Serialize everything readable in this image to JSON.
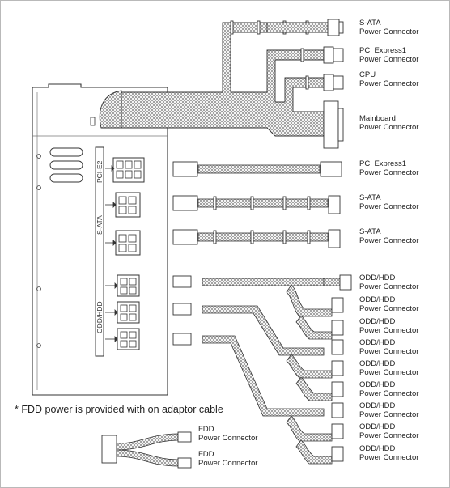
{
  "connectors": [
    {
      "id": "sata-1",
      "line1": "S-ATA",
      "line2": "Power Connector"
    },
    {
      "id": "pcie1-a",
      "line1": "PCI Express1",
      "line2": "Power Connector"
    },
    {
      "id": "cpu",
      "line1": "CPU",
      "line2": "Power Connector"
    },
    {
      "id": "mainboard",
      "line1": "Mainboard",
      "line2": "Power Connector"
    },
    {
      "id": "pcie1-b",
      "line1": "PCI Express1",
      "line2": "Power Connector"
    },
    {
      "id": "sata-2",
      "line1": "S-ATA",
      "line2": "Power Connector"
    },
    {
      "id": "sata-3",
      "line1": "S-ATA",
      "line2": "Power Connector"
    },
    {
      "id": "oddhdd-1",
      "line1": "ODD/HDD",
      "line2": "Power Connector"
    },
    {
      "id": "oddhdd-2",
      "line1": "ODD/HDD",
      "line2": "Power Connector"
    },
    {
      "id": "oddhdd-3",
      "line1": "ODD/HDD",
      "line2": "Power Connector"
    },
    {
      "id": "oddhdd-4",
      "line1": "ODD/HDD",
      "line2": "Power Connector"
    },
    {
      "id": "oddhdd-5",
      "line1": "ODD/HDD",
      "line2": "Power Connector"
    },
    {
      "id": "oddhdd-6",
      "line1": "ODD/HDD",
      "line2": "Power Connector"
    },
    {
      "id": "oddhdd-7",
      "line1": "ODD/HDD",
      "line2": "Power Connector"
    },
    {
      "id": "oddhdd-8",
      "line1": "ODD/HDD",
      "line2": "Power Connector"
    },
    {
      "id": "oddhdd-9",
      "line1": "ODD/HDD",
      "line2": "Power Connector"
    }
  ],
  "fdd": [
    {
      "line1": "FDD",
      "line2": "Power Connector"
    },
    {
      "line1": "FDD",
      "line2": "Power Connector"
    }
  ],
  "note": "* FDD power is provided with on adaptor cable",
  "panel_labels": {
    "pcie": "PCI-E2",
    "sata": "S-ATA",
    "oddhdd": "ODD/HDD"
  }
}
